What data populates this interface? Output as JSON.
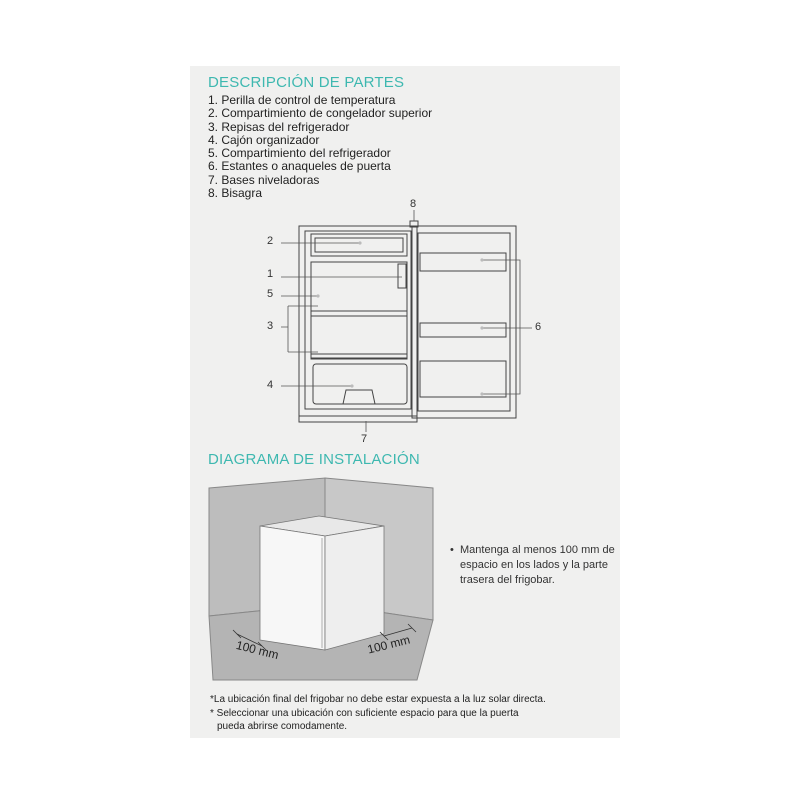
{
  "parts": {
    "title": "DESCRIPCIÓN DE PARTES",
    "items": [
      "1. Perilla de control de temperatura",
      "2. Compartimiento de congelador superior",
      "3. Repisas del refrigerador",
      "4. Cajón organizador",
      "5. Compartimiento del refrigerador",
      "6. Estantes o anaqueles de puerta",
      "7. Bases niveladoras",
      "8.  Bisagra"
    ]
  },
  "diagram": {
    "callouts": [
      "1",
      "2",
      "3",
      "4",
      "5",
      "6",
      "7",
      "8"
    ]
  },
  "installation": {
    "title": "DIAGRAMA DE INSTALACIÓN",
    "dimension_left": "100 mm",
    "dimension_right": "100 mm",
    "bullet": "•",
    "note": "Mantenga al menos 100 mm de espacio en los lados y la parte trasera del frigobar."
  },
  "footnotes": [
    "*La ubicación final del frigobar no debe estar expuesta a la luz solar directa.",
    "* Seleccionar una ubicación con suficiente espacio para que la puerta",
    "pueda abrirse comodamente."
  ],
  "colors": {
    "accent": "#3eb8b0",
    "sheet_background": "#f0f0ef",
    "text": "#222222"
  }
}
